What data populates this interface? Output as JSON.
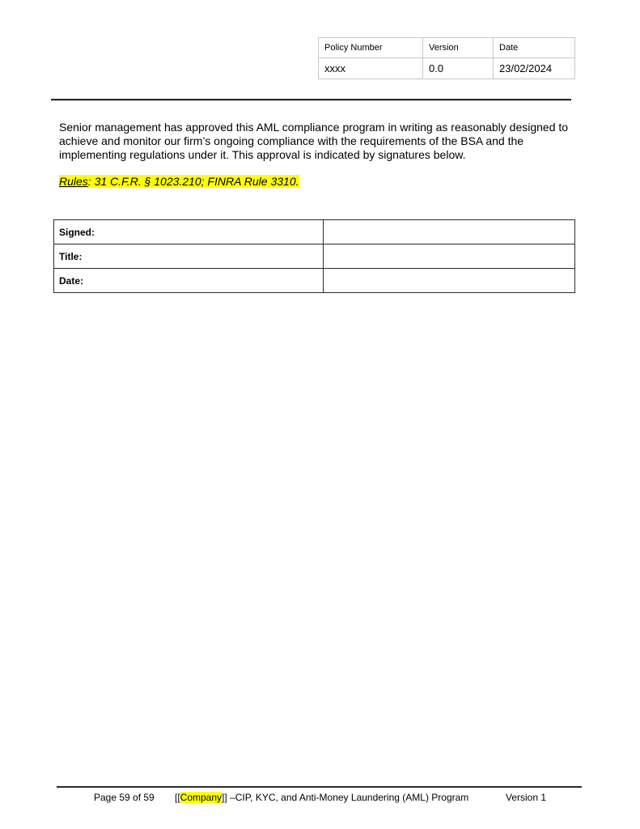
{
  "header_table": {
    "headers": [
      "Policy Number",
      "Version",
      "Date"
    ],
    "values": [
      "xxxx",
      "0.0",
      "23/02/2024"
    ]
  },
  "body": {
    "paragraph": "Senior management has approved this AML compliance program in writing as reasonably designed to achieve and monitor our firm’s ongoing compliance with the requirements of the BSA and the implementing regulations under it. This approval is indicated by signatures below.",
    "rules_label": "Rules",
    "rules_text": ": 31 C.F.R. § 1023.210; FINRA Rule 3310.",
    "highlight_color": "#ffff00"
  },
  "signature_table": {
    "rows": [
      {
        "label": "Signed:",
        "value": ""
      },
      {
        "label": "Title:",
        "value": ""
      },
      {
        "label": "Date:",
        "value": ""
      }
    ]
  },
  "footer": {
    "page": "Page 59 of 59",
    "title_prefix": "[[",
    "title_company": "Company",
    "title_suffix": "]] –CIP, KYC, and Anti-Money Laundering (AML) Program",
    "version": "Version 1"
  }
}
